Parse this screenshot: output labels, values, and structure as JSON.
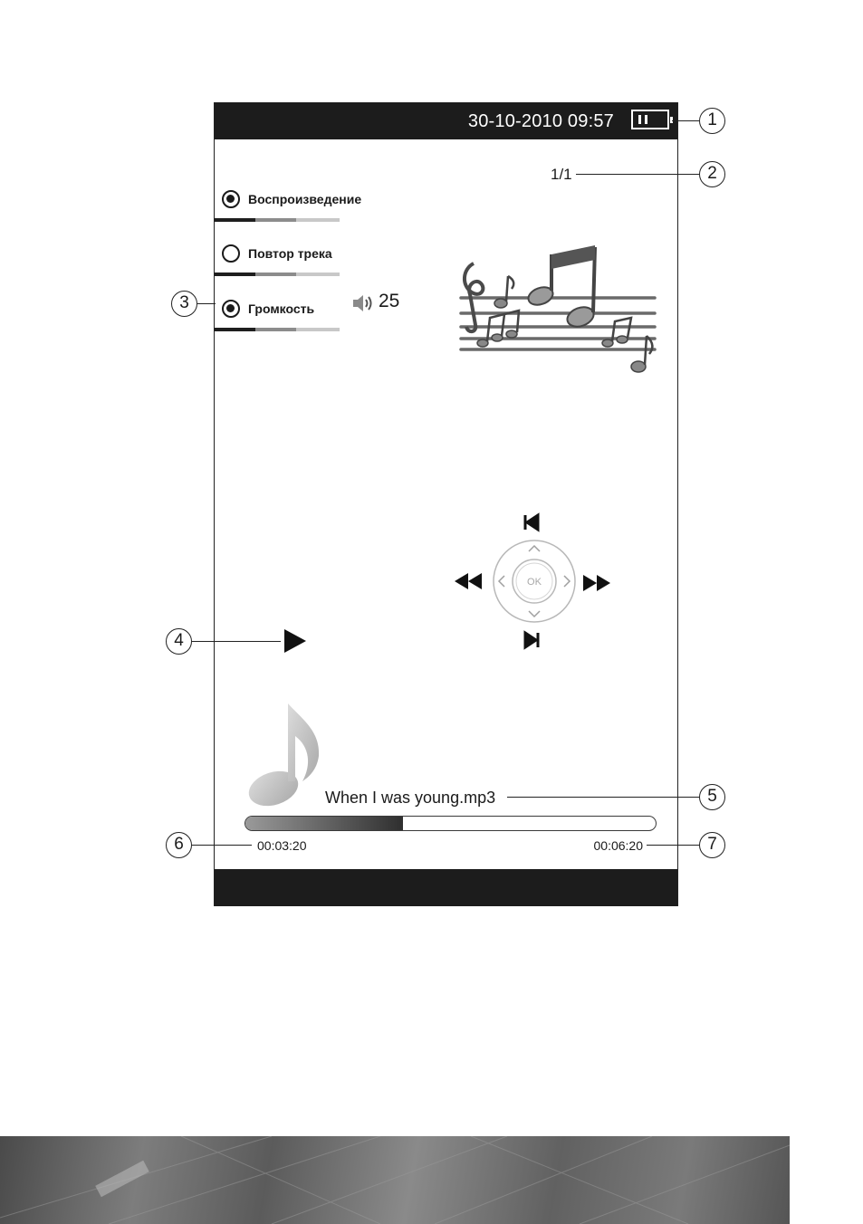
{
  "status_bar": {
    "datetime": "30-10-2010  09:57"
  },
  "page_counter": "1/1",
  "menu": [
    {
      "label": "Воспроизведение",
      "selected": true
    },
    {
      "label": "Повтор трека",
      "selected": false
    },
    {
      "label": "Громкость",
      "selected": true
    }
  ],
  "volume": {
    "value": "25"
  },
  "nav_pad": {
    "ok_label": "OK"
  },
  "track": {
    "name": "When I was young.mp3",
    "elapsed": "00:03:20",
    "total": "00:06:20",
    "progress_fraction": 0.385
  },
  "callouts": [
    "1",
    "2",
    "3",
    "4",
    "5",
    "6",
    "7"
  ],
  "colors": {
    "bar": "#1c1c1c",
    "text": "#1a1a1a"
  }
}
